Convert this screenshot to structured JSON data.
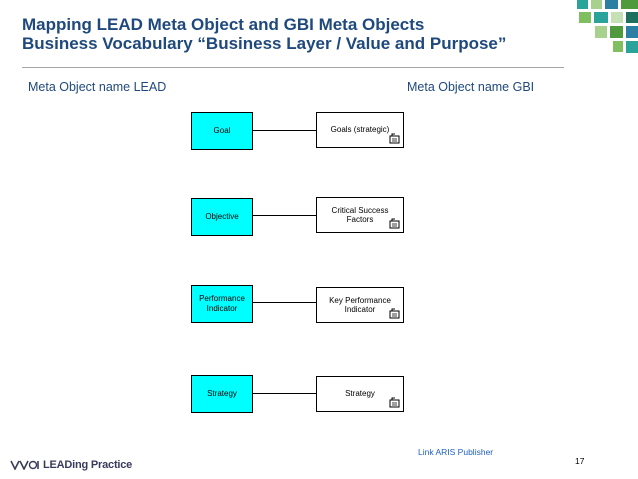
{
  "title": {
    "line1": "Mapping LEAD Meta Object and GBI Meta Objects",
    "line2": "Business Vocabulary “Business Layer / Value and Purpose”"
  },
  "headings": {
    "left": "Meta Object name LEAD",
    "right": "Meta Object name GBI"
  },
  "mappings": [
    {
      "lead": "Goal",
      "gbi": "Goals (strategic)"
    },
    {
      "lead": "Objective",
      "gbi": "Critical Success Factors"
    },
    {
      "lead": "Performance Indicator",
      "gbi": "Key Performance Indicator"
    },
    {
      "lead": "Strategy",
      "gbi": "Strategy"
    }
  ],
  "footer": {
    "brand": "LEADing Practice",
    "link": "Link ARIS Publisher",
    "page_number": "17"
  },
  "colors": {
    "title": "#1f497d",
    "lead_box": "#00ffff",
    "link": "#1f5fbf",
    "logo_green": "#4f9a3c",
    "logo_teal": "#2aa39a"
  },
  "icons": {
    "object_type": "object-type-icon",
    "brand_logo": "brand-squares-icon",
    "footer_logo": "leading-practice-logo-icon"
  }
}
